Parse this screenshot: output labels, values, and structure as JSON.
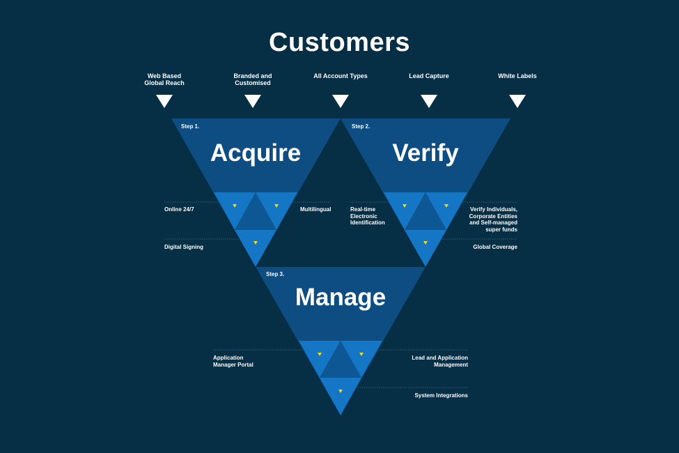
{
  "title": "Customers",
  "features": [
    "Web Based Global Reach",
    "Branded and Customised",
    "All Account Types",
    "Lead Capture",
    "White Labels"
  ],
  "feature_lines": [
    [
      "Web Based",
      "Global Reach"
    ],
    [
      "Branded and",
      "Customised"
    ],
    [
      "All Account Types"
    ],
    [
      "Lead Capture"
    ],
    [
      "White Labels"
    ]
  ],
  "stages": [
    {
      "step": "Step 1.",
      "name": "Acquire",
      "labels": [
        "Online 24/7",
        "Multilingual",
        "Digital Signing"
      ]
    },
    {
      "step": "Step 2.",
      "name": "Verify",
      "labels": [
        "Real-time Electronic Identification",
        "Verify Individuals, Corporate Entities and Self-managed super funds",
        "Global Coverage"
      ]
    },
    {
      "step": "Step 3.",
      "name": "Manage",
      "labels": [
        "Application Manager Portal",
        "Lead and Application Management",
        "System Integrations"
      ]
    }
  ],
  "stage_label_lines": {
    "verify_left": [
      "Real-time",
      "Electronic",
      "Identification"
    ],
    "verify_right": [
      "Verify Individuals,",
      "Corporate Entities",
      "and Self-managed",
      "super funds"
    ],
    "manage_left": [
      "Application",
      "Manager Portal"
    ],
    "manage_right": [
      "Lead and Application",
      "Management"
    ]
  },
  "colors": {
    "background": "#062e45",
    "triangle_main": "#0e4d82",
    "triangle_sub": "#1476c4",
    "triangle_center": "#0d5894",
    "marker": "#f5d90a",
    "arrow": "#ffffff"
  }
}
